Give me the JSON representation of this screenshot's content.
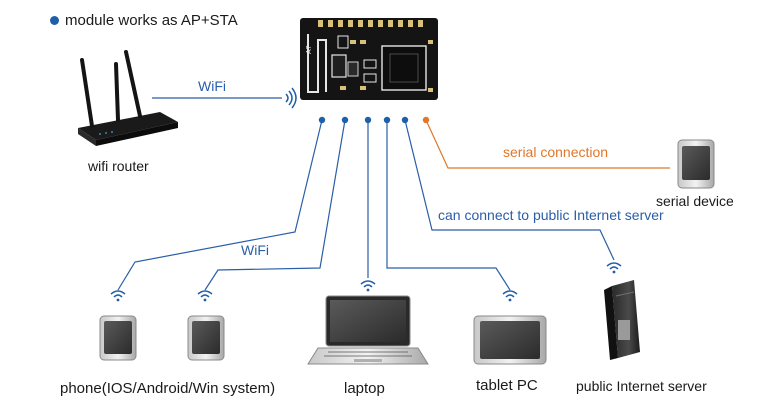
{
  "header": {
    "text": "module works as AP+STA"
  },
  "labels": {
    "wifi_router": "wifi router",
    "wifi_top": "WiFi",
    "wifi_mid": "WiFi",
    "serial_connection": "serial connection",
    "serial_device": "serial device",
    "public_internet_note": "can connect to public Internet server",
    "phones": "phone(IOS/Android/Win system)",
    "laptop": "laptop",
    "tablet": "tablet PC",
    "server": "public Internet server"
  },
  "module": {
    "pin_marker": "A7"
  },
  "colors": {
    "line_blue": "#2a5ea8",
    "line_orange": "#e0772a",
    "pcb": "#141414",
    "text": "#1a1a1a"
  },
  "icons": {
    "router": "wifi-router-icon",
    "module": "wifi-module-icon",
    "serial_device": "serial-device-icon",
    "phone": "phone-icon",
    "laptop": "laptop-icon",
    "tablet": "tablet-icon",
    "server": "server-icon",
    "signal": "wifi-signal-icon"
  }
}
